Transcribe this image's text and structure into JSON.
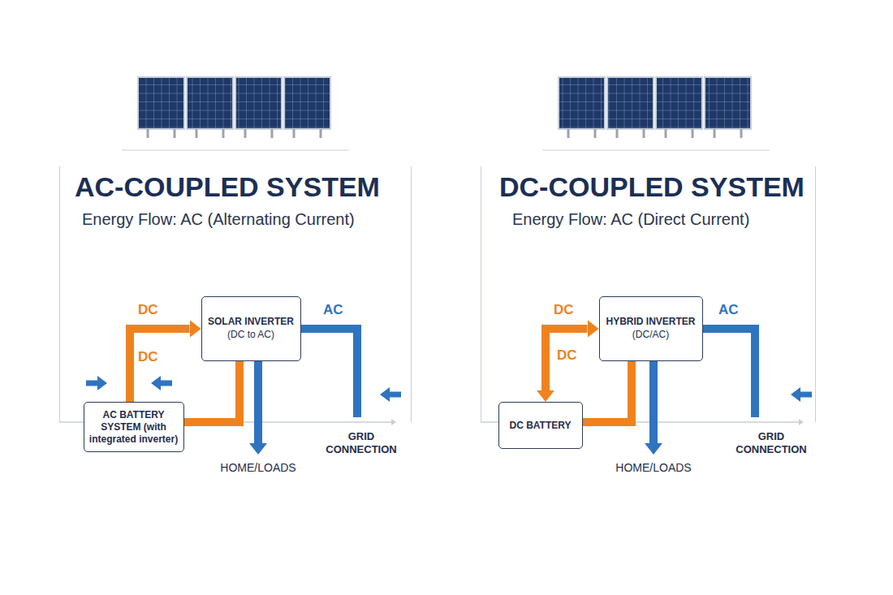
{
  "diagram": {
    "nodes": [
      {
        "text": [
          "AC-COUPLED SYSTEM",
          "Energy Flow: AC (Alternating Current)"
        ]
      },
      {
        "text": [
          "SOLAR INVERTER",
          "(DC to AC)"
        ],
        "in": 0
      },
      {
        "text": [
          "AC BATTERY SYSTEM (with integrated inverter)"
        ],
        "in": 0
      },
      {
        "text": [
          "DC-COUPLED SYSTEM",
          "Energy Flow: AC (Direct Current)"
        ]
      },
      {
        "text": [
          "HYBRID INVERTER",
          "(DC/AC)"
        ],
        "in": 3
      },
      {
        "text": [
          "DC BATTERY"
        ],
        "in": 3
      }
    ],
    "edges": [
      {
        "from": 2,
        "to": 1,
        "arrow": "to",
        "label": "DC"
      },
      {
        "from": 1,
        "to": 2,
        "arrow": "none"
      },
      {
        "from": 4,
        "to": 5,
        "arrow": "both",
        "label": "DC"
      },
      {
        "from": 4,
        "to": 5,
        "arrow": "none"
      }
    ],
    "labels": [
      "DC",
      "AC",
      "HOME/LOADS",
      "GRID CONNECTION",
      "DC",
      "AC",
      "HOME/LOADS",
      "GRID CONNECTION"
    ]
  }
}
